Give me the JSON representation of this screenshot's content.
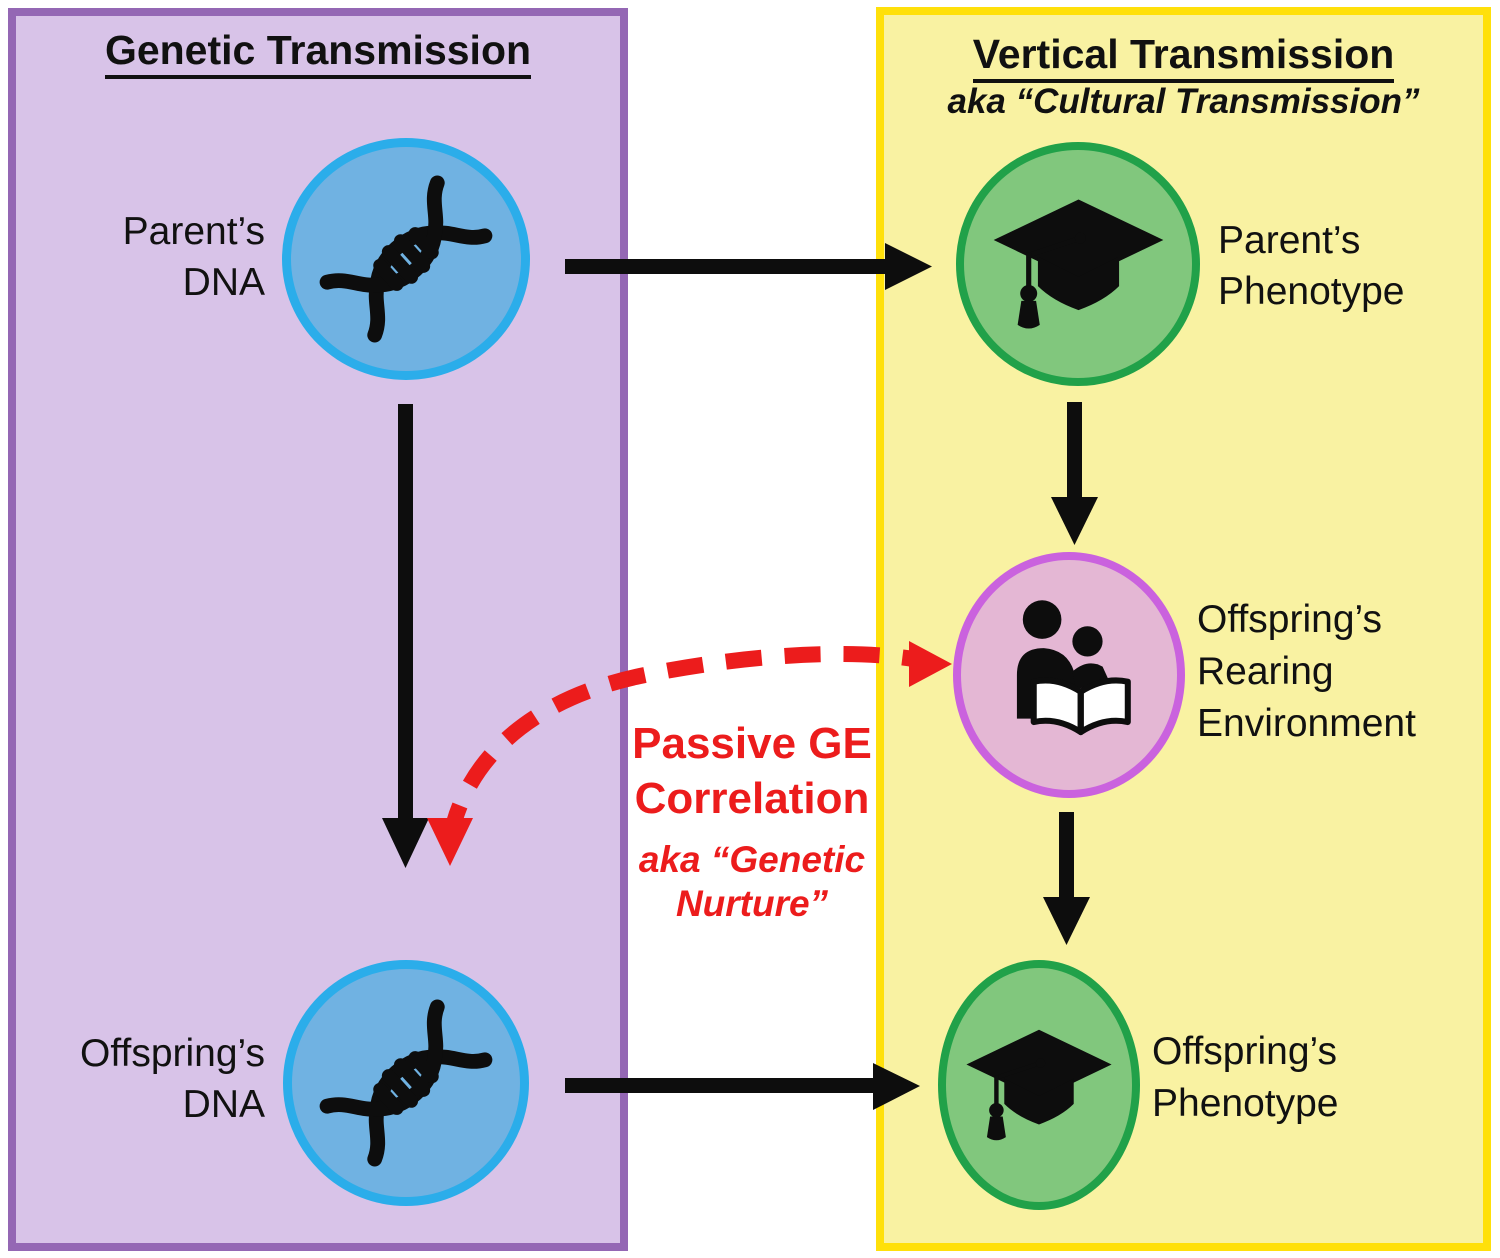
{
  "colors": {
    "page-bg": "#ffffff",
    "text-black": "#111111",
    "left-panel-fill": "#d8c3e8",
    "left-panel-border": "#9467b4",
    "right-panel-fill": "#f9f2a2",
    "right-panel-border": "#ffe00a",
    "dna-circle-fill": "#70b2e2",
    "dna-circle-border": "#2badea",
    "phenotype-circle-fill": "#81c77d",
    "phenotype-circle-border": "#21a149",
    "rearing-circle-fill": "#e4b7d4",
    "rearing-circle-border": "#ca62de",
    "arrow-black": "#0d0d0d",
    "icon-black": "#0d0d0d",
    "correlation-red": "#ec1c1c"
  },
  "left_panel": {
    "title": "Genetic Transmission",
    "parent_dna": {
      "lines": [
        "Parent’s",
        "DNA"
      ]
    },
    "offspring_dna": {
      "lines": [
        "Offspring’s",
        "DNA"
      ]
    }
  },
  "right_panel": {
    "title": "Vertical Transmission",
    "subtitle": "aka “Cultural Transmission”",
    "parent_phenotype": {
      "lines": [
        "Parent’s",
        "Phenotype"
      ]
    },
    "offspring_rearing": {
      "lines": [
        "Offspring’s",
        "Rearing",
        "Environment"
      ]
    },
    "offspring_phenotype": {
      "lines": [
        "Offspring’s",
        "Phenotype"
      ]
    }
  },
  "correlation_label": {
    "title_lines": [
      "Passive GE",
      "Correlation"
    ],
    "subtitle_lines": [
      "aka “Genetic",
      "Nurture”"
    ]
  },
  "icons": {
    "parent_dna": "dna-icon",
    "offspring_dna": "dna-icon",
    "parent_phenotype": "graduation-cap-icon",
    "offspring_rearing": "parent-child-reading-icon",
    "offspring_phenotype": "graduation-cap-icon"
  }
}
